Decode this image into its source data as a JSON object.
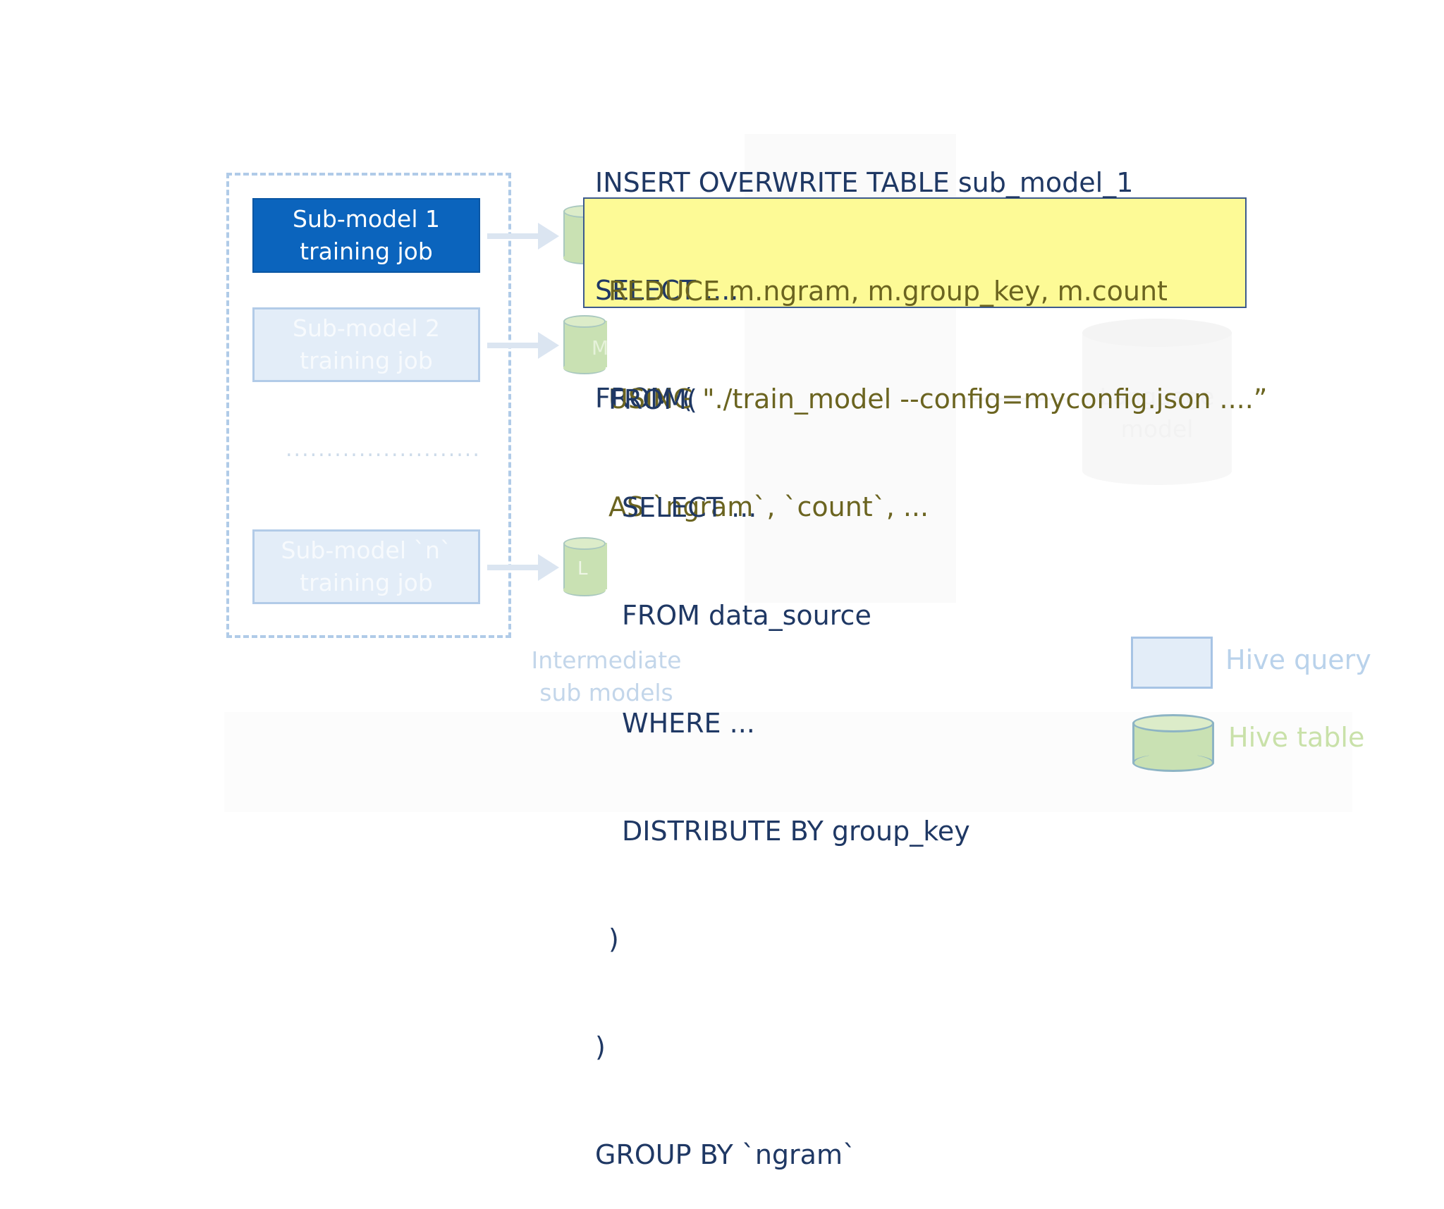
{
  "jobs": [
    {
      "line1": "Sub-model 1",
      "line2": "training job"
    },
    {
      "line1": "Sub-model 2",
      "line2": "training job"
    },
    {
      "line1": "Sub-model `n`",
      "line2": "training job"
    }
  ],
  "dots": "........................",
  "cylinder_labels": {
    "c2": "M",
    "c3": "L"
  },
  "center_faint": {
    "line1": "",
    "line2": ""
  },
  "language_model": {
    "line1": "Language",
    "line2": "model"
  },
  "intermediate_label": {
    "line1": "Intermediate",
    "line2": "sub models"
  },
  "sql": {
    "lines_top": [
      "INSERT OVERWRITE TABLE sub_model_1",
      "SELECT ....",
      "FROM ("
    ],
    "lines_highlight": [
      "REDUCE m.ngram, m.group_key, m.count",
      "USING \"./train_model --config=myconfig.json ....”",
      "AS `ngram`, `count`, ..."
    ],
    "lines_bottom": [
      "FROM(",
      "SELECT ...",
      "FROM data_source",
      "WHERE ...",
      "DISTRIBUTE BY group_key",
      ")",
      ")",
      "GROUP BY `ngram`"
    ]
  },
  "legend": {
    "query_label": "Hive query",
    "table_label": "Hive table"
  },
  "colors": {
    "active_job": "#0b64bd",
    "highlight_fill": "#fdfa96",
    "sql_text": "#1f3864",
    "faint_blue": "#e3edf8",
    "table_green": "#c9e1b3"
  }
}
